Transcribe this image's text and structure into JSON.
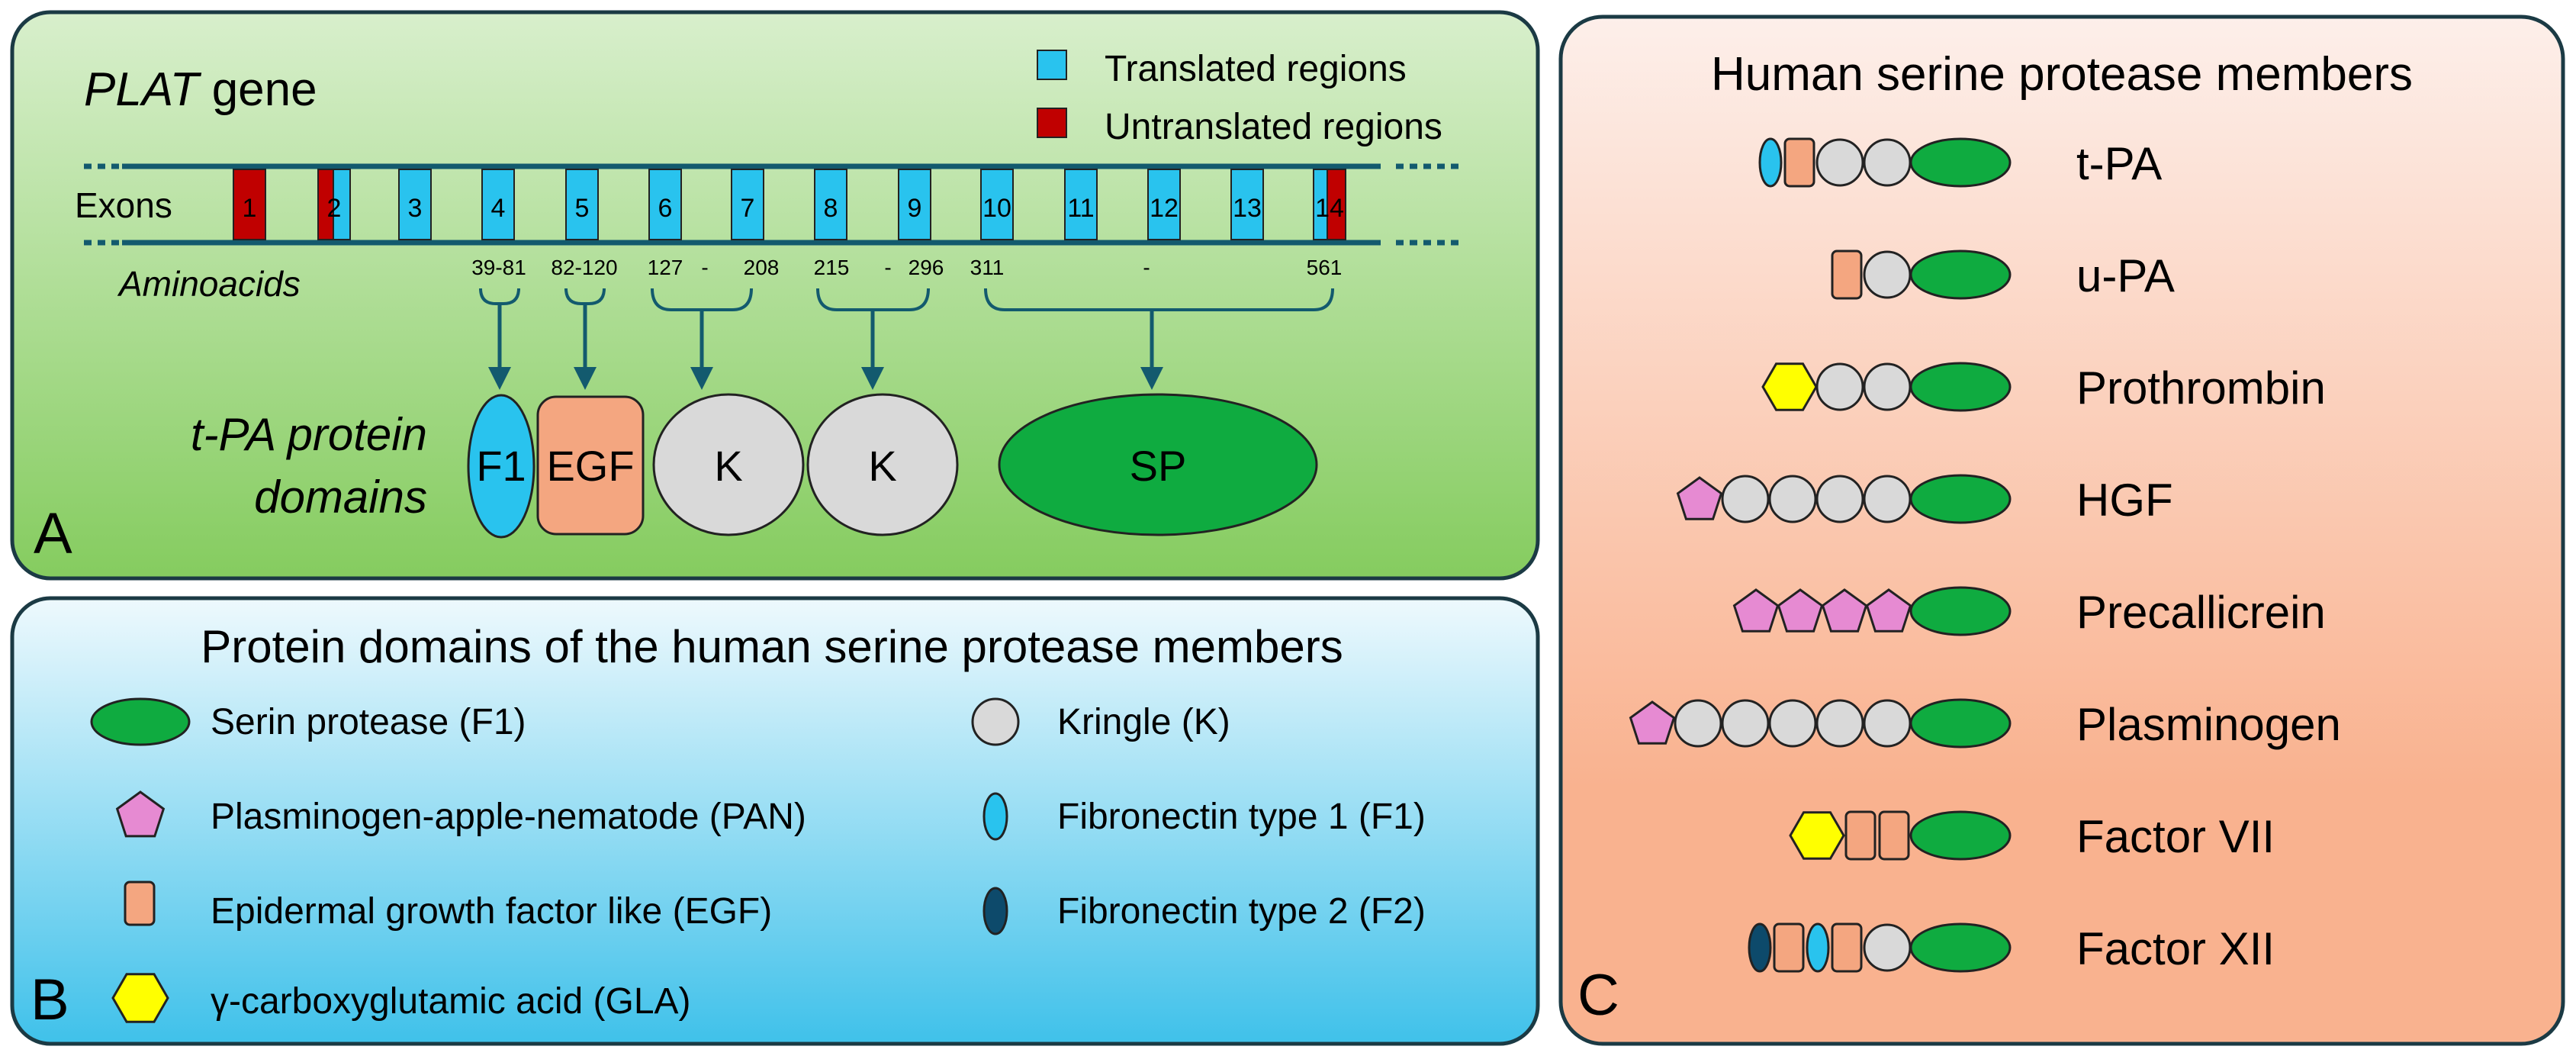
{
  "panel_a": {
    "letter": "A",
    "gene_italic": "PLAT",
    "gene_rest": " gene",
    "legend_translated": "Translated regions",
    "legend_untranslated": "Untranslated regions",
    "exons_label": "Exons",
    "aminoacids_label": "Aminoacids",
    "exon_numbers": [
      "1",
      "2",
      "3",
      "4",
      "5",
      "6",
      "7",
      "8",
      "9",
      "10",
      "11",
      "12",
      "13",
      "14"
    ],
    "aa_ranges": [
      {
        "start": "39-81"
      },
      {
        "start": "82-120"
      },
      {
        "start": "127",
        "dash": "-",
        "end": "208"
      },
      {
        "start": "215",
        "dash": "-",
        "end": "296"
      },
      {
        "start": "311",
        "dash": "-",
        "end": "561"
      }
    ],
    "protein_label_line1": "t-PA protein",
    "protein_label_line2": "domains",
    "domains": [
      "F1",
      "EGF",
      "K",
      "K",
      "SP"
    ]
  },
  "panel_b": {
    "letter": "B",
    "title": "Protein domains of the human serine protease members",
    "legend": [
      {
        "shape": "sp",
        "label": "Serin protease (F1)"
      },
      {
        "shape": "pan",
        "label": "Plasminogen-apple-nematode (PAN)"
      },
      {
        "shape": "egf",
        "label": "Epidermal growth factor like (EGF)"
      },
      {
        "shape": "gla",
        "label": "γ-carboxyglutamic acid (GLA)"
      },
      {
        "shape": "kringle",
        "label": "Kringle (K)"
      },
      {
        "shape": "f1",
        "label": "Fibronectin type 1 (F1)"
      },
      {
        "shape": "f2",
        "label": "Fibronectin type 2 (F2)"
      }
    ]
  },
  "panel_c": {
    "letter": "C",
    "title": "Human serine protease members",
    "members": [
      {
        "name": "t-PA",
        "domains": [
          "f1",
          "egf",
          "kringle",
          "kringle",
          "sp"
        ]
      },
      {
        "name": "u-PA",
        "domains": [
          "egf",
          "kringle",
          "sp"
        ]
      },
      {
        "name": "Prothrombin",
        "domains": [
          "gla",
          "kringle",
          "kringle",
          "sp"
        ]
      },
      {
        "name": "HGF",
        "domains": [
          "pan",
          "kringle",
          "kringle",
          "kringle",
          "kringle",
          "sp"
        ]
      },
      {
        "name": "Precallicrein",
        "domains": [
          "pan",
          "pan",
          "pan",
          "pan",
          "sp"
        ]
      },
      {
        "name": "Plasminogen",
        "domains": [
          "pan",
          "kringle",
          "kringle",
          "kringle",
          "kringle",
          "kringle",
          "sp"
        ]
      },
      {
        "name": "Factor VII",
        "domains": [
          "gla",
          "egf",
          "egf",
          "sp"
        ]
      },
      {
        "name": "Factor XII",
        "domains": [
          "f2",
          "egf",
          "f1",
          "egf",
          "kringle",
          "sp"
        ]
      }
    ]
  },
  "colors": {
    "translated": "#29c3ee",
    "untranslated": "#c00000",
    "sp": "#0fab40",
    "kringle": "#d9d9d9",
    "egf": "#f4a680",
    "pan": "#e68ad2",
    "gla": "#ffff00",
    "f1": "#29c3ee",
    "f2": "#0d4a6b",
    "line": "#135a6e"
  }
}
